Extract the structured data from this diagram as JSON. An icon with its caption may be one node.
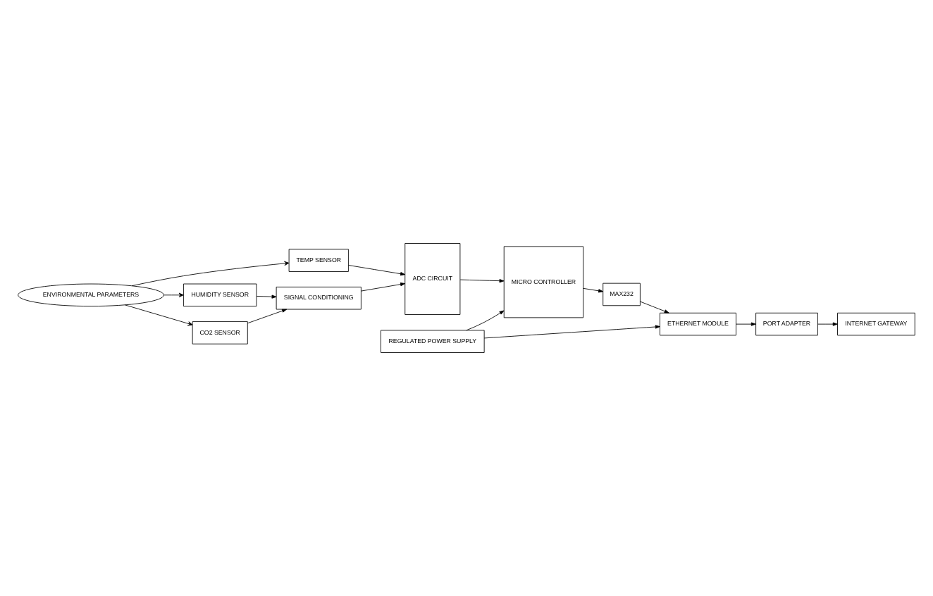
{
  "diagram": {
    "nodes": [
      {
        "text": [
          "REGULATED POWER SUPPLY"
        ]
      },
      {
        "text": [
          "MICRO CONTROLLER"
        ]
      },
      {
        "text": [
          "MAX232"
        ]
      },
      {
        "text": [
          "ETHERNET MODULE"
        ]
      },
      {
        "text": [
          "PORT ADAPTER"
        ]
      },
      {
        "text": [
          "INTERNET GATEWAY"
        ]
      },
      {
        "text": [
          "ADC CIRCUIT"
        ]
      },
      {
        "text": [
          "SIGNAL CONDITIONING"
        ]
      },
      {
        "text": [
          "TEMP SENSOR"
        ]
      },
      {
        "text": [
          "HUMIDITY SENSOR"
        ]
      },
      {
        "text": [
          "CO2 SENSOR"
        ]
      },
      {
        "text": [
          "ENVIRONMENTAL PARAMETERS"
        ]
      }
    ],
    "edges": [
      {
        "from": 0,
        "to": 1,
        "arrow": "to"
      },
      {
        "from": 0,
        "to": 3,
        "arrow": "to"
      },
      {
        "from": 1,
        "to": 2,
        "arrow": "to"
      },
      {
        "from": 2,
        "to": 3,
        "arrow": "to"
      },
      {
        "from": 3,
        "to": 4,
        "arrow": "to"
      },
      {
        "from": 4,
        "to": 5,
        "arrow": "to"
      },
      {
        "from": 6,
        "to": 1,
        "arrow": "to"
      },
      {
        "from": 7,
        "to": 6,
        "arrow": "to"
      },
      {
        "from": 8,
        "to": 6,
        "arrow": "to"
      },
      {
        "from": 9,
        "to": 7,
        "arrow": "to"
      },
      {
        "from": 10,
        "to": 7,
        "arrow": "to"
      },
      {
        "from": 11,
        "to": 9,
        "arrow": "to"
      },
      {
        "from": 11,
        "to": 10,
        "arrow": "to"
      },
      {
        "from": 11,
        "to": 8,
        "arrow": "to"
      }
    ]
  }
}
